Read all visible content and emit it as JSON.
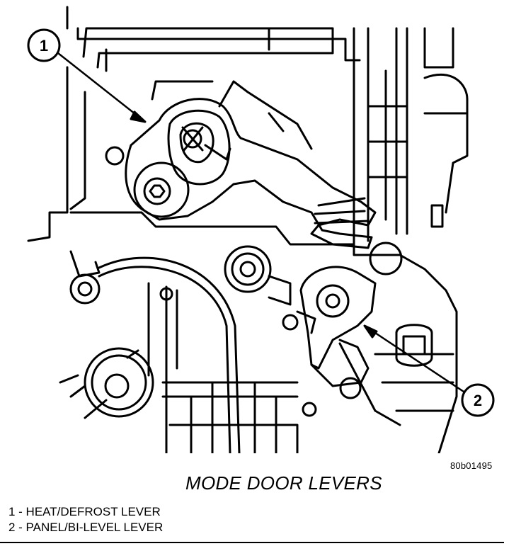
{
  "callouts": [
    {
      "number": "1"
    },
    {
      "number": "2"
    }
  ],
  "figure_code": "80b01495",
  "figure_title": "MODE DOOR LEVERS",
  "legend": [
    "1 - HEAT/DEFROST LEVER",
    "2 - PANEL/BI-LEVEL LEVER"
  ]
}
